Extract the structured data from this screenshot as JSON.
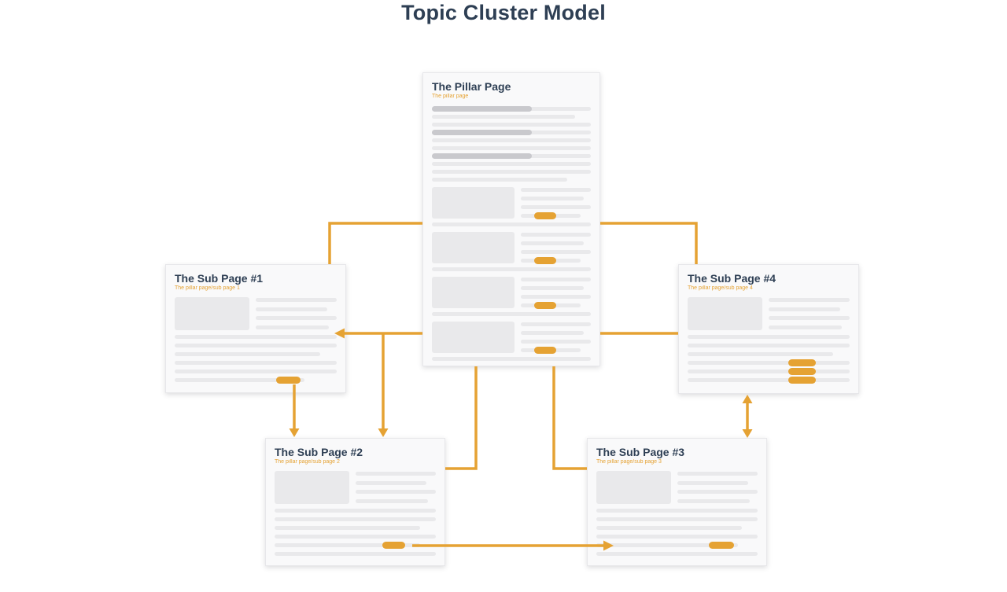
{
  "page": {
    "title": "Topic Cluster Model"
  },
  "colors": {
    "accent_orange": "#e5a233",
    "heading_navy": "#2e3f54",
    "card_background": "#f9f9fa",
    "card_border": "#e7e7ea",
    "skeleton_light": "#e9e9eb",
    "skeleton_dark": "#c9c9cd"
  },
  "cards": {
    "pillar": {
      "title": "The Pillar Page",
      "subtitle": "The pillar page"
    },
    "sub1": {
      "title": "The Sub Page #1",
      "subtitle": "The pillar page/sub page 1"
    },
    "sub2": {
      "title": "The Sub Page #2",
      "subtitle": "The pillar page/sub page 2"
    },
    "sub3": {
      "title": "The Sub Page #3",
      "subtitle": "The pillar page/sub page 3"
    },
    "sub4": {
      "title": "The Sub Page #4",
      "subtitle": "The pillar page/sub page 4"
    }
  },
  "connections": [
    {
      "from": "The Pillar Page",
      "to": "The Sub Page #1",
      "arrowheads": "none",
      "route": "elbow from pillar left edge down into sub page 1 top"
    },
    {
      "from": "The Pillar Page",
      "to": "The Sub Page #1",
      "arrowheads": "to",
      "route": "horizontal arrow into sub page 1 right edge"
    },
    {
      "from": "The Pillar Page",
      "to": "The Sub Page #2",
      "arrowheads": "to",
      "route": "branch dropping from the horizontal line down into sub page 2 top"
    },
    {
      "from": "The Sub Page #1",
      "to": "The Sub Page #2",
      "arrowheads": "to",
      "route": "vertical arrow from link pill down into sub page 2 top"
    },
    {
      "from": "The Pillar Page",
      "to": "The Sub Page #2",
      "arrowheads": "none",
      "route": "elbow from pillar bottom into sub page 2 right edge"
    },
    {
      "from": "The Pillar Page",
      "to": "The Sub Page #3",
      "arrowheads": "none",
      "route": "elbow from pillar bottom into sub page 3 left edge"
    },
    {
      "from": "The Sub Page #2",
      "to": "The Sub Page #3",
      "arrowheads": "to",
      "route": "horizontal arrow from link pill into sub page 3"
    },
    {
      "from": "The Pillar Page",
      "to": "The Sub Page #4",
      "arrowheads": "none",
      "route": "elbow from pillar right edge down into sub page 4 top"
    },
    {
      "from": "The Pillar Page",
      "to": "The Sub Page #4",
      "arrowheads": "none",
      "route": "horizontal line into sub page 4 left edge"
    },
    {
      "from": "The Sub Page #3",
      "to": "The Sub Page #4",
      "arrowheads": "both",
      "route": "vertical double-headed arrow between sub page 4 bottom and sub page 3 top"
    }
  ]
}
